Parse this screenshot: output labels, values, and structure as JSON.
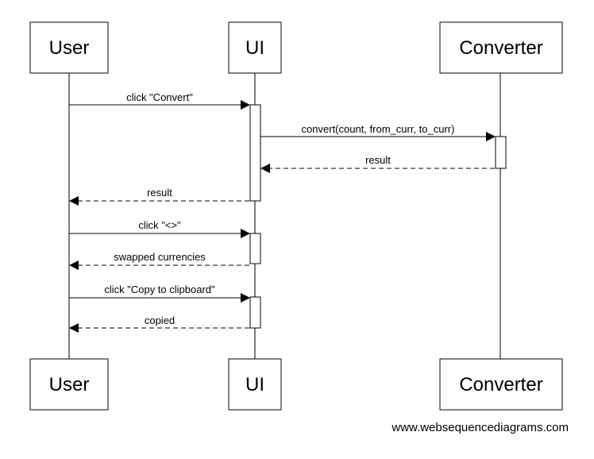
{
  "diagram": {
    "type": "sequence",
    "participants": [
      {
        "id": "user",
        "label": "User"
      },
      {
        "id": "ui",
        "label": "UI"
      },
      {
        "id": "converter",
        "label": "Converter"
      }
    ],
    "messages": [
      {
        "from": "user",
        "to": "ui",
        "label": "click \"Convert\"",
        "style": "solid"
      },
      {
        "from": "ui",
        "to": "converter",
        "label": "convert(count, from_curr, to_curr)",
        "style": "solid"
      },
      {
        "from": "converter",
        "to": "ui",
        "label": "result",
        "style": "dashed"
      },
      {
        "from": "ui",
        "to": "user",
        "label": "result",
        "style": "dashed"
      },
      {
        "from": "user",
        "to": "ui",
        "label": "click \"<>\"",
        "style": "solid"
      },
      {
        "from": "ui",
        "to": "user",
        "label": "swapped currencies",
        "style": "dashed"
      },
      {
        "from": "user",
        "to": "ui",
        "label": "click \"Copy to clipboard\"",
        "style": "solid"
      },
      {
        "from": "ui",
        "to": "user",
        "label": "copied",
        "style": "dashed"
      }
    ]
  },
  "watermark": "www.websequencediagrams.com"
}
